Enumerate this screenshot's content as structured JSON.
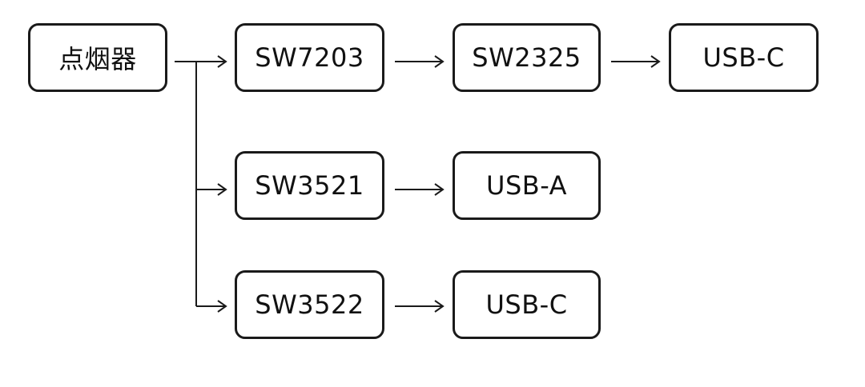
{
  "diagram": {
    "nodes": {
      "source": "点烟器",
      "sw7203": "SW7203",
      "sw2325": "SW2325",
      "usbc_top": "USB-C",
      "sw3521": "SW3521",
      "usba": "USB-A",
      "sw3522": "SW3522",
      "usbc_bottom": "USB-C"
    },
    "edges": [
      {
        "from": "点烟器",
        "to": "SW7203"
      },
      {
        "from": "点烟器",
        "to": "SW3521"
      },
      {
        "from": "点烟器",
        "to": "SW3522"
      },
      {
        "from": "SW7203",
        "to": "SW2325"
      },
      {
        "from": "SW2325",
        "to": "USB-C"
      },
      {
        "from": "SW3521",
        "to": "USB-A"
      },
      {
        "from": "SW3522",
        "to": "USB-C"
      }
    ],
    "colors": {
      "stroke": "#1a1a1a",
      "background": "#ffffff",
      "text": "#111111"
    }
  }
}
